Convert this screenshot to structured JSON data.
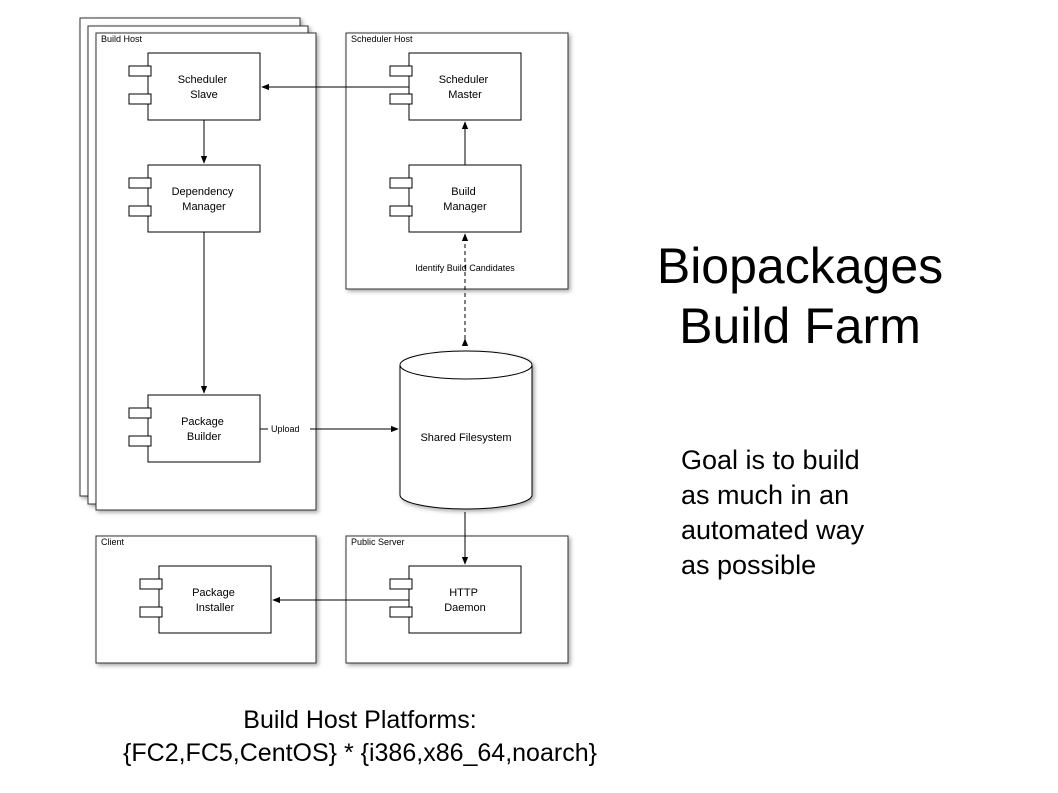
{
  "title": {
    "line1": "Biopackages",
    "line2": "Build Farm"
  },
  "goal": {
    "lines": [
      "Goal is to build",
      "as much in an",
      "automated way",
      "as possible"
    ]
  },
  "platforms": {
    "line1": "Build Host Platforms:",
    "line2": "{FC2,FC5,CentOS} * {i386,x86_64,noarch}"
  },
  "hosts": {
    "build_host": "Build Host",
    "scheduler_host": "Scheduler Host",
    "client": "Client",
    "public_server": "Public Server"
  },
  "components": {
    "scheduler_slave": [
      "Scheduler",
      "Slave"
    ],
    "dependency_manager": [
      "Dependency",
      "Manager"
    ],
    "package_builder": [
      "Package",
      "Builder"
    ],
    "scheduler_master": [
      "Scheduler",
      "Master"
    ],
    "build_manager": [
      "Build",
      "Manager"
    ],
    "http_daemon": [
      "HTTP",
      "Daemon"
    ],
    "package_installer": [
      "Package",
      "Installer"
    ],
    "shared_filesystem": "Shared Filesystem"
  },
  "labels": {
    "upload": "Upload",
    "identify": "Identify Build Candidates"
  }
}
